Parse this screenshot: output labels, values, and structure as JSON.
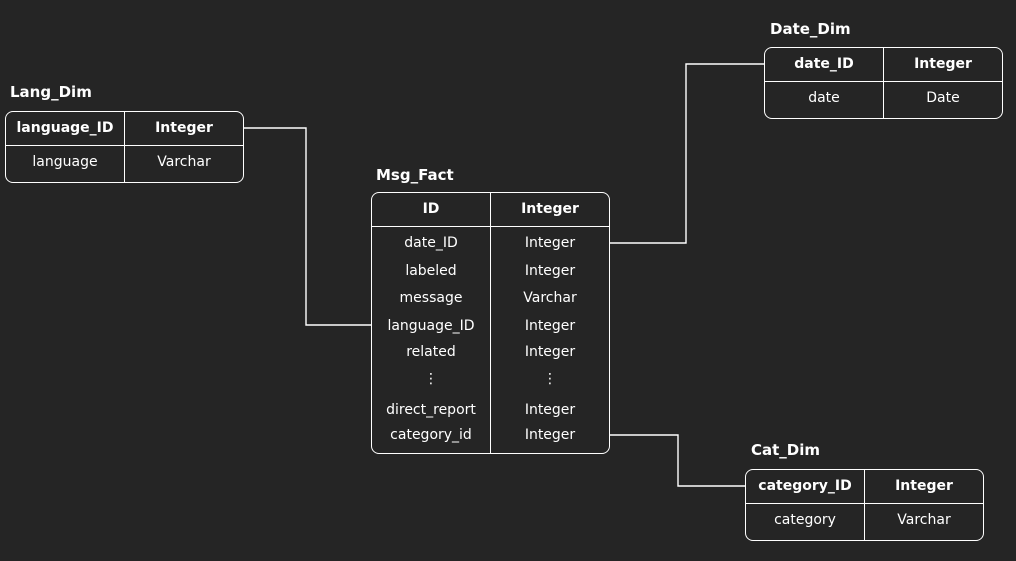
{
  "tables": {
    "lang_dim": {
      "title": "Lang_Dim",
      "header": [
        "language_ID",
        "Integer"
      ],
      "rows": [
        [
          "language",
          "Varchar"
        ]
      ]
    },
    "date_dim": {
      "title": "Date_Dim",
      "header": [
        "date_ID",
        "Integer"
      ],
      "rows": [
        [
          "date",
          "Date"
        ]
      ]
    },
    "msg_fact": {
      "title": "Msg_Fact",
      "header": [
        "ID",
        "Integer"
      ],
      "rows": [
        [
          "date_ID",
          "Integer"
        ],
        [
          "labeled",
          "Integer"
        ],
        [
          "message",
          "Varchar"
        ],
        [
          "language_ID",
          "Integer"
        ],
        [
          "related",
          "Integer"
        ],
        [
          "⋮",
          "⋮"
        ],
        [
          "direct_report",
          "Integer"
        ],
        [
          "category_id",
          "Integer"
        ]
      ]
    },
    "cat_dim": {
      "title": "Cat_Dim",
      "header": [
        "category_ID",
        "Integer"
      ],
      "rows": [
        [
          "category",
          "Varchar"
        ]
      ]
    }
  },
  "relationships": [
    {
      "from": "msg_fact.language_ID",
      "to": "lang_dim.language_ID"
    },
    {
      "from": "msg_fact.date_ID",
      "to": "date_dim.date_ID"
    },
    {
      "from": "msg_fact.category_id",
      "to": "cat_dim.category_ID"
    }
  ],
  "colors": {
    "background": "#252525",
    "line": "#ffffff",
    "text": "#ffffff"
  }
}
